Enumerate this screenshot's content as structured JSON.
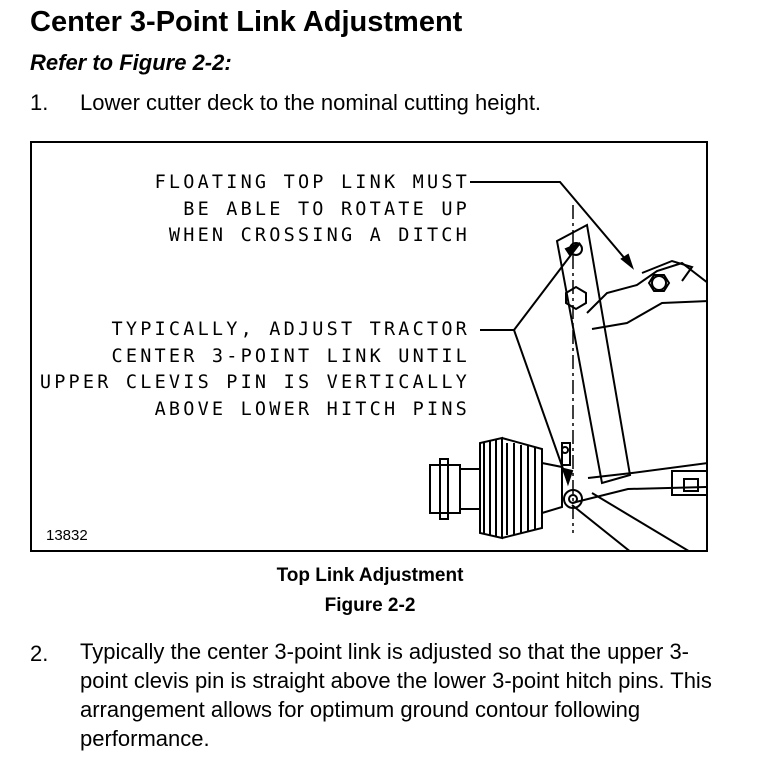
{
  "title": "Center 3-Point Link Adjustment",
  "refer": "Refer to Figure 2-2:",
  "steps": [
    {
      "number": "1.",
      "text": "Lower cutter deck to the nominal cutting height."
    },
    {
      "number": "2.",
      "text": "Typically the center 3-point link is adjusted so that the upper 3-point clevis pin is straight above the lower 3-point hitch pins. This arrangement allows for optimum ground contour following performance."
    }
  ],
  "figure": {
    "callout_1": "FLOATING TOP LINK MUST\nBE ABLE TO ROTATE UP\nWHEN CROSSING A DITCH",
    "callout_2": "TYPICALLY, ADJUST TRACTOR\nCENTER 3-POINT LINK UNTIL\nUPPER CLEVIS PIN IS VERTICALLY\nABOVE LOWER HITCH PINS",
    "drawing_number": "13832",
    "caption": "Top Link Adjustment",
    "label": "Figure 2-2"
  }
}
